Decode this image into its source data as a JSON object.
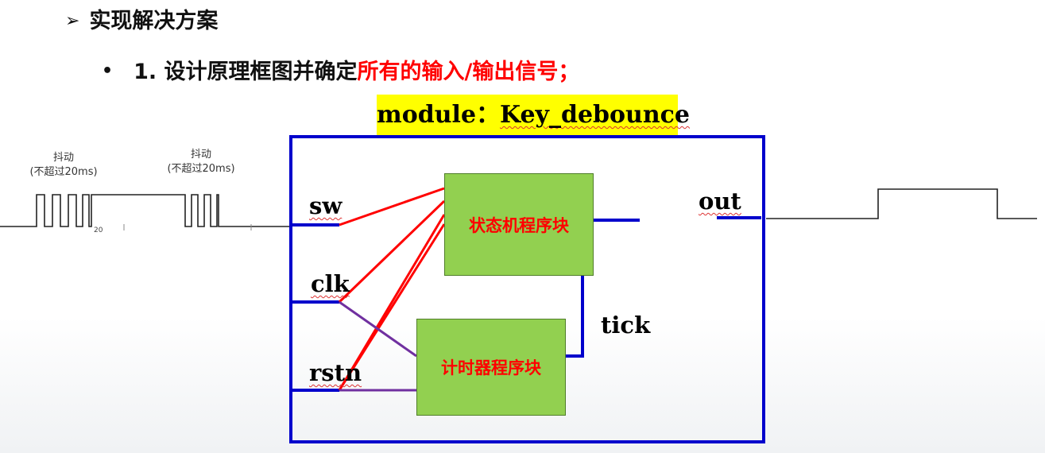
{
  "heading": {
    "arrow": "➢",
    "text": "实现解决方案"
  },
  "subheading": {
    "bullet": "•",
    "prefix": "1. 设计原理框图并确定",
    "highlight": "所有的输入/输出信号；"
  },
  "module": {
    "prefix": "module：",
    "name": "Key_debounce"
  },
  "blocks": {
    "fsm": "状态机程序块",
    "timer": "计时器程序块"
  },
  "ports": {
    "sw": "sw",
    "clk": "clk",
    "rstn": "rstn",
    "out": "out",
    "tick": "tick"
  },
  "waveform": {
    "bounce_label_1": "抖动",
    "note_1": "(不超过20ms)",
    "bounce_label_2": "抖动",
    "note_2": "(不超过20ms)",
    "tick_fragment": "20"
  },
  "colors": {
    "box_border": "#0000cc",
    "block_fill": "#92d050",
    "signal_red": "#ff0000",
    "signal_purple": "#7030a0",
    "module_highlight": "#ffff00"
  }
}
